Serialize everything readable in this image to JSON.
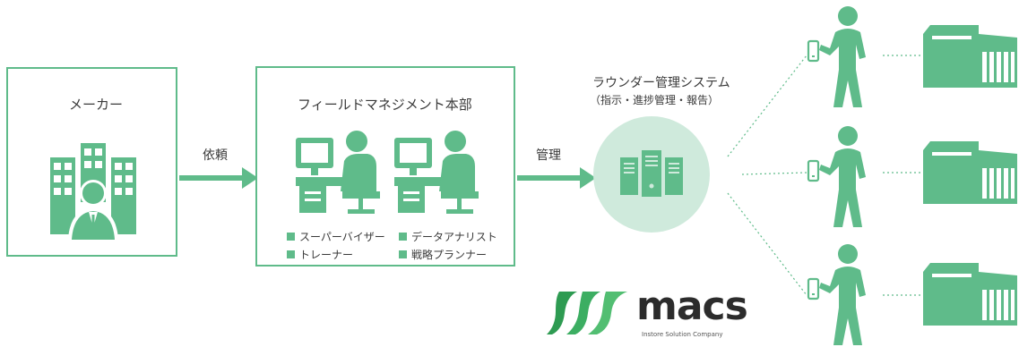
{
  "maker": {
    "title": "メーカー"
  },
  "arrow1": {
    "label": "依頼"
  },
  "hq": {
    "title": "フィールドマネジメント本部",
    "roles_left": [
      "スーパーバイザー",
      "トレーナー"
    ],
    "roles_right": [
      "データアナリスト",
      "戦略プランナー"
    ]
  },
  "arrow2": {
    "label": "管理"
  },
  "system": {
    "title": "ラウンダー管理システム",
    "subtitle": "（指示・進捗管理・報告）"
  },
  "logo": {
    "text": "macs",
    "tagline": "Instore Solution Company"
  },
  "colors": {
    "accent": "#5fbb8a",
    "circle": "#cfeadc",
    "text": "#3a3a3a"
  },
  "icons": [
    "office-building-icon",
    "worker-at-desk-icon",
    "server-icon",
    "rounder-staff-icon",
    "smartphone-icon",
    "store-icon",
    "macs-logo"
  ]
}
